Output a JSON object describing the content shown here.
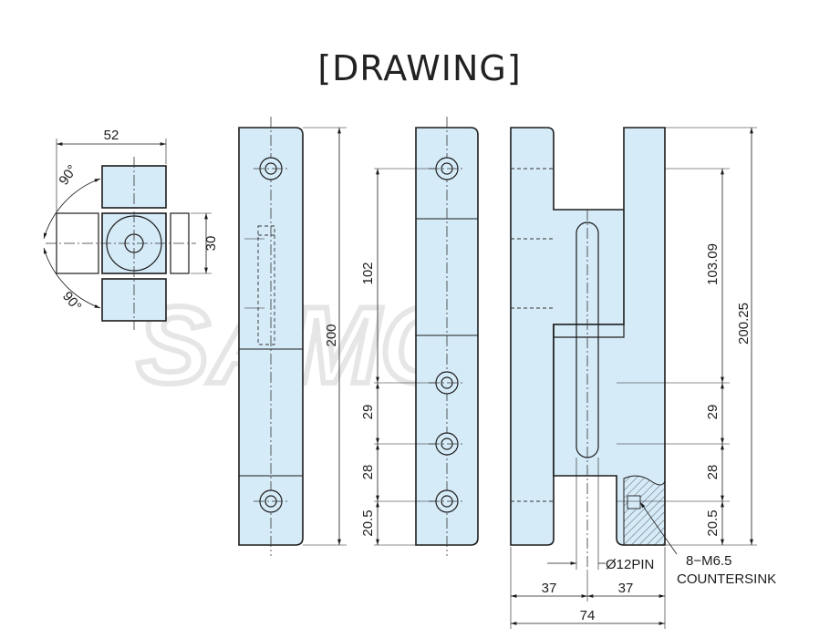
{
  "title": "[DRAWING]",
  "watermark": "SAMO",
  "dimensions": {
    "top_width": "52",
    "angle_top": "90°",
    "angle_bottom": "90°",
    "side_height": "30",
    "total_height": "200",
    "hole_spacing_top": "102",
    "spacing_29": "29",
    "spacing_28": "28",
    "spacing_20_5": "20.5",
    "right_upper": "103.09",
    "right_total": "200.25",
    "right_29": "29",
    "right_28": "28",
    "right_20_5": "20.5",
    "pin": "Ø12PIN",
    "screw": "8−M6.5",
    "screw_type": "COUNTERSINK",
    "left_width": "37",
    "right_width": "37",
    "overall_width": "74"
  },
  "colors": {
    "part_fill": "#d6ebf8",
    "line": "#1c1c1c"
  }
}
